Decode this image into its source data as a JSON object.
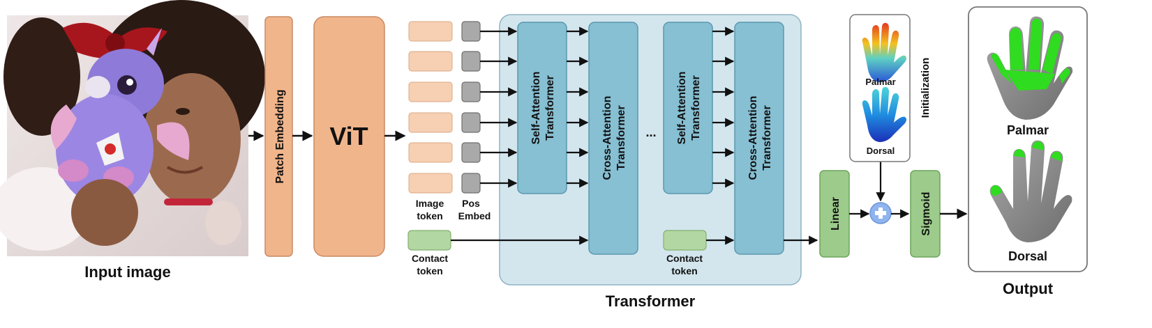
{
  "labels": {
    "input_image": "Input image",
    "patch_embedding": "Patch Embedding",
    "vit": "ViT",
    "image_token_line1": "Image",
    "image_token_line2": "token",
    "pos_embed_line1": "Pos",
    "pos_embed_line2": "Embed",
    "self_attention_line1": "Self-Attention",
    "self_attention_line2": "Transformer",
    "cross_attention_line1": "Cross-Attention",
    "cross_attention_line2": "Transformer",
    "ellipsis": "...",
    "contact_token_line1": "Contact",
    "contact_token_line2": "token",
    "transformer": "Transformer",
    "linear": "Linear",
    "sigmoid": "Sigmoid",
    "initialization": "Initialization",
    "palmar": "Palmar",
    "dorsal": "Dorsal",
    "output": "Output"
  },
  "icons": {
    "plus": "plus-circle-icon"
  },
  "colors": {
    "patch_fill": "#f1b58c",
    "patch_stroke": "#c98a63",
    "token_fill": "#f7cfb2",
    "pos_fill": "#a9a9a9",
    "transformer_panel": "#d3e6ee",
    "block_fill": "#87bfd3",
    "block_stroke": "#5b98ae",
    "contact_fill": "#b3d7a3",
    "green_block": "#9ccb8b",
    "green_stroke": "#6da45c",
    "plus_fill": "#8fb4ee",
    "hand_gray": "#8e8e8e",
    "contact_green": "#2fdc1f"
  }
}
